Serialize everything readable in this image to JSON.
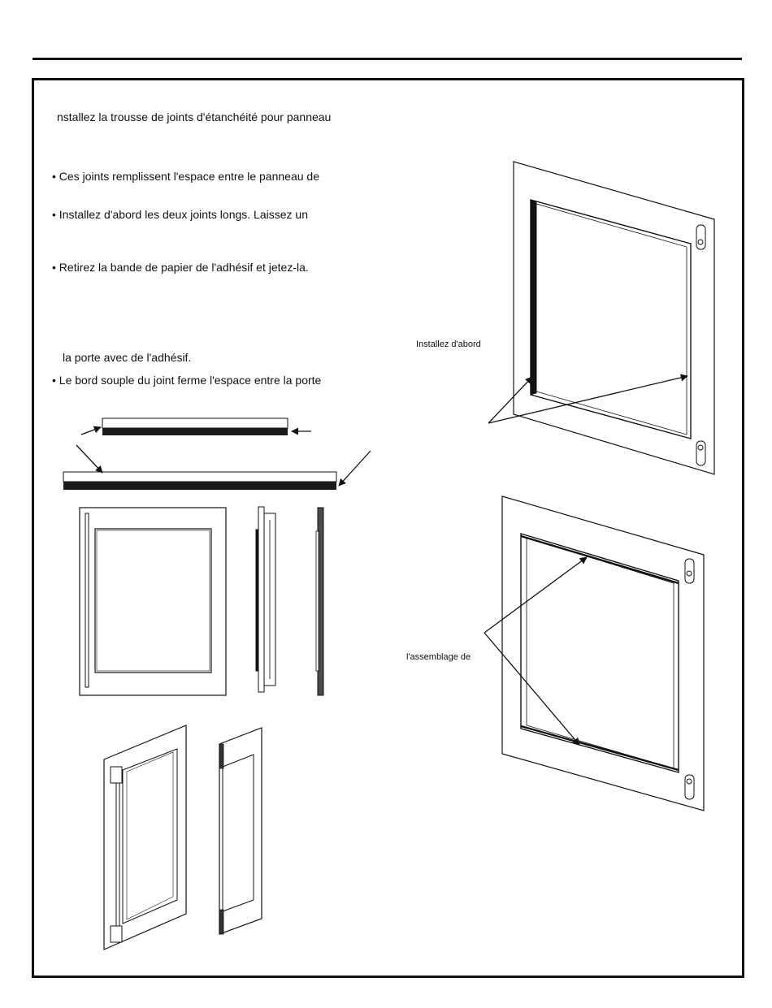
{
  "instructions": {
    "heading": "nstallez la trousse de joints d'étanchéité pour panneau",
    "bullet_1": "• Ces joints remplissent l'espace entre le panneau de",
    "bullet_2": "• Installez d'abord les deux joints longs. Laissez un",
    "bullet_3": "• Retirez la bande de papier de l'adhésif et jetez-la.",
    "line_4": "la porte avec de l'adhésif.",
    "bullet_5": "• Le bord souple du joint ferme l'espace entre la porte"
  },
  "callouts": {
    "install_first": "Installez d'abord",
    "assembly_of": "l'assemblage de"
  }
}
